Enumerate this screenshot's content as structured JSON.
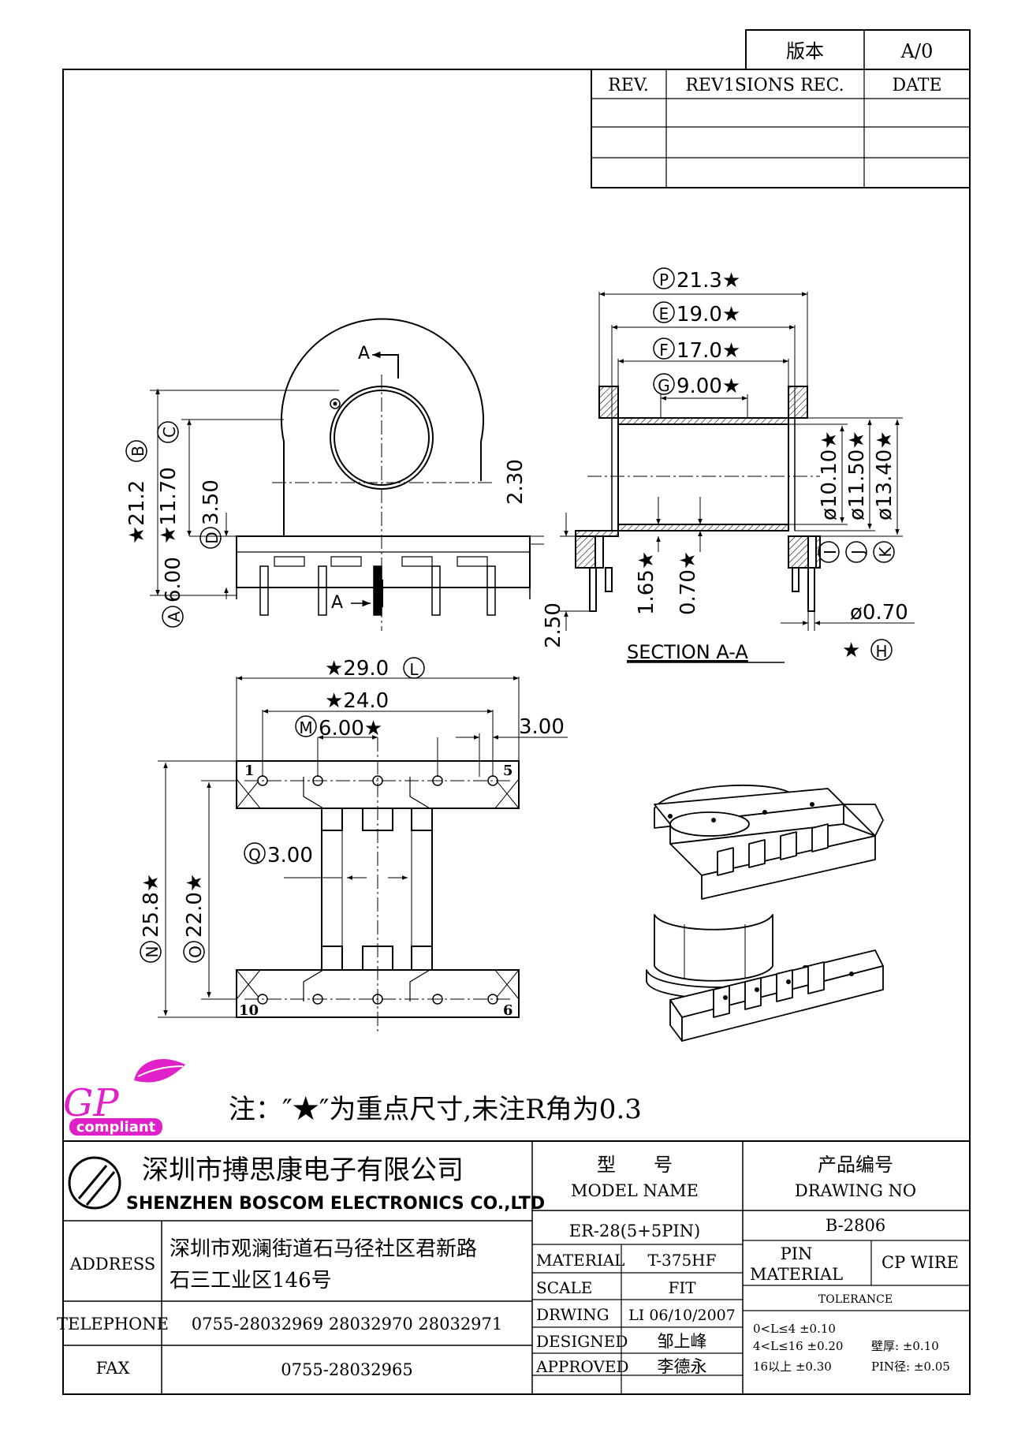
{
  "version_box": {
    "label": "版本",
    "value": "A/0"
  },
  "revision_table": {
    "headers": [
      "REV.",
      "REV1SIONS REC.",
      "DATE"
    ]
  },
  "side_view": {
    "a_label_top": "A",
    "a_label_bottom": "A",
    "dim_b": "★21.2",
    "dim_b_id": "B",
    "dim_c": "★11.70",
    "dim_c_id": "C",
    "dim_d": "3.50",
    "dim_d_id": "D",
    "dim_a": "6.00",
    "dim_a_id": "A",
    "dim_230": "2.30"
  },
  "section_view": {
    "dim_p": "21.3★",
    "dim_p_id": "P",
    "dim_e": "19.0★",
    "dim_e_id": "E",
    "dim_f": "17.0★",
    "dim_f_id": "F",
    "dim_g": "9.00★",
    "dim_g_id": "G",
    "dim_i": "ø10.10★",
    "dim_i_id": "I",
    "dim_j": "ø11.50★",
    "dim_j_id": "J",
    "dim_k": "ø13.40★",
    "dim_k_id": "K",
    "dim_165": "1.65★",
    "dim_070": "0.70★",
    "dim_250": "2.50",
    "dim_pin": "ø0.70",
    "dim_h": "★",
    "dim_h_id": "H",
    "title": "SECTION A-A"
  },
  "bottom_view": {
    "dim_l": "★29.0",
    "dim_l_id": "L",
    "dim_24": "★24.0",
    "dim_m": "6.00★",
    "dim_m_id": "M",
    "dim_300": "3.00",
    "dim_q": "3.00",
    "dim_q_id": "Q",
    "dim_n": "25.8★",
    "dim_n_id": "N",
    "dim_o": "22.0★",
    "dim_o_id": "O",
    "pin_labels": [
      "1",
      "5",
      "10",
      "6"
    ]
  },
  "logo": {
    "text": "GP",
    "sub": "compliant"
  },
  "note": "注：″★″为重点尺寸,未注R角为0.3",
  "company": {
    "cn": "深圳市搏思康电子有限公司",
    "en": "SHENZHEN BOSCOM ELECTRONICS CO.,LTD"
  },
  "model": {
    "label_cn": "型　　号",
    "label_en": "MODEL NAME",
    "value": "ER-28(5+5PIN)"
  },
  "drawing": {
    "label_cn": "产品编号",
    "label_en": "DRAWING NO",
    "value": "B-2806"
  },
  "address": {
    "label": "ADDRESS",
    "line1": "深圳市观澜街道石马径社区君新路",
    "line2": "石三工业区146号"
  },
  "telephone": {
    "label": "TELEPHONE",
    "value": "0755-28032969 28032970 28032971"
  },
  "fax": {
    "label": "FAX",
    "value": "0755-28032965"
  },
  "material": {
    "label": "MATERIAL",
    "value": "T-375HF"
  },
  "scale": {
    "label": "SCALE",
    "value": "FIT"
  },
  "drawn": {
    "label": "DRWING",
    "value": "LI 06/10/2007"
  },
  "designed": {
    "label": "DESIGNED",
    "value": "邹上峰"
  },
  "approved": {
    "label": "APPROVED",
    "value": "李德永"
  },
  "pin_material": {
    "label1": "PIN",
    "label2": "MATERIAL",
    "value": "CP WIRE"
  },
  "tolerance": {
    "label": "TOLERANCE",
    "r1": "0<L≤4  ±0.10",
    "r2": "4<L≤16  ±0.20",
    "r2b": "壁厚:  ±0.10",
    "r3": "16以上    ±0.30",
    "r3b": "PIN径: ±0.05"
  }
}
